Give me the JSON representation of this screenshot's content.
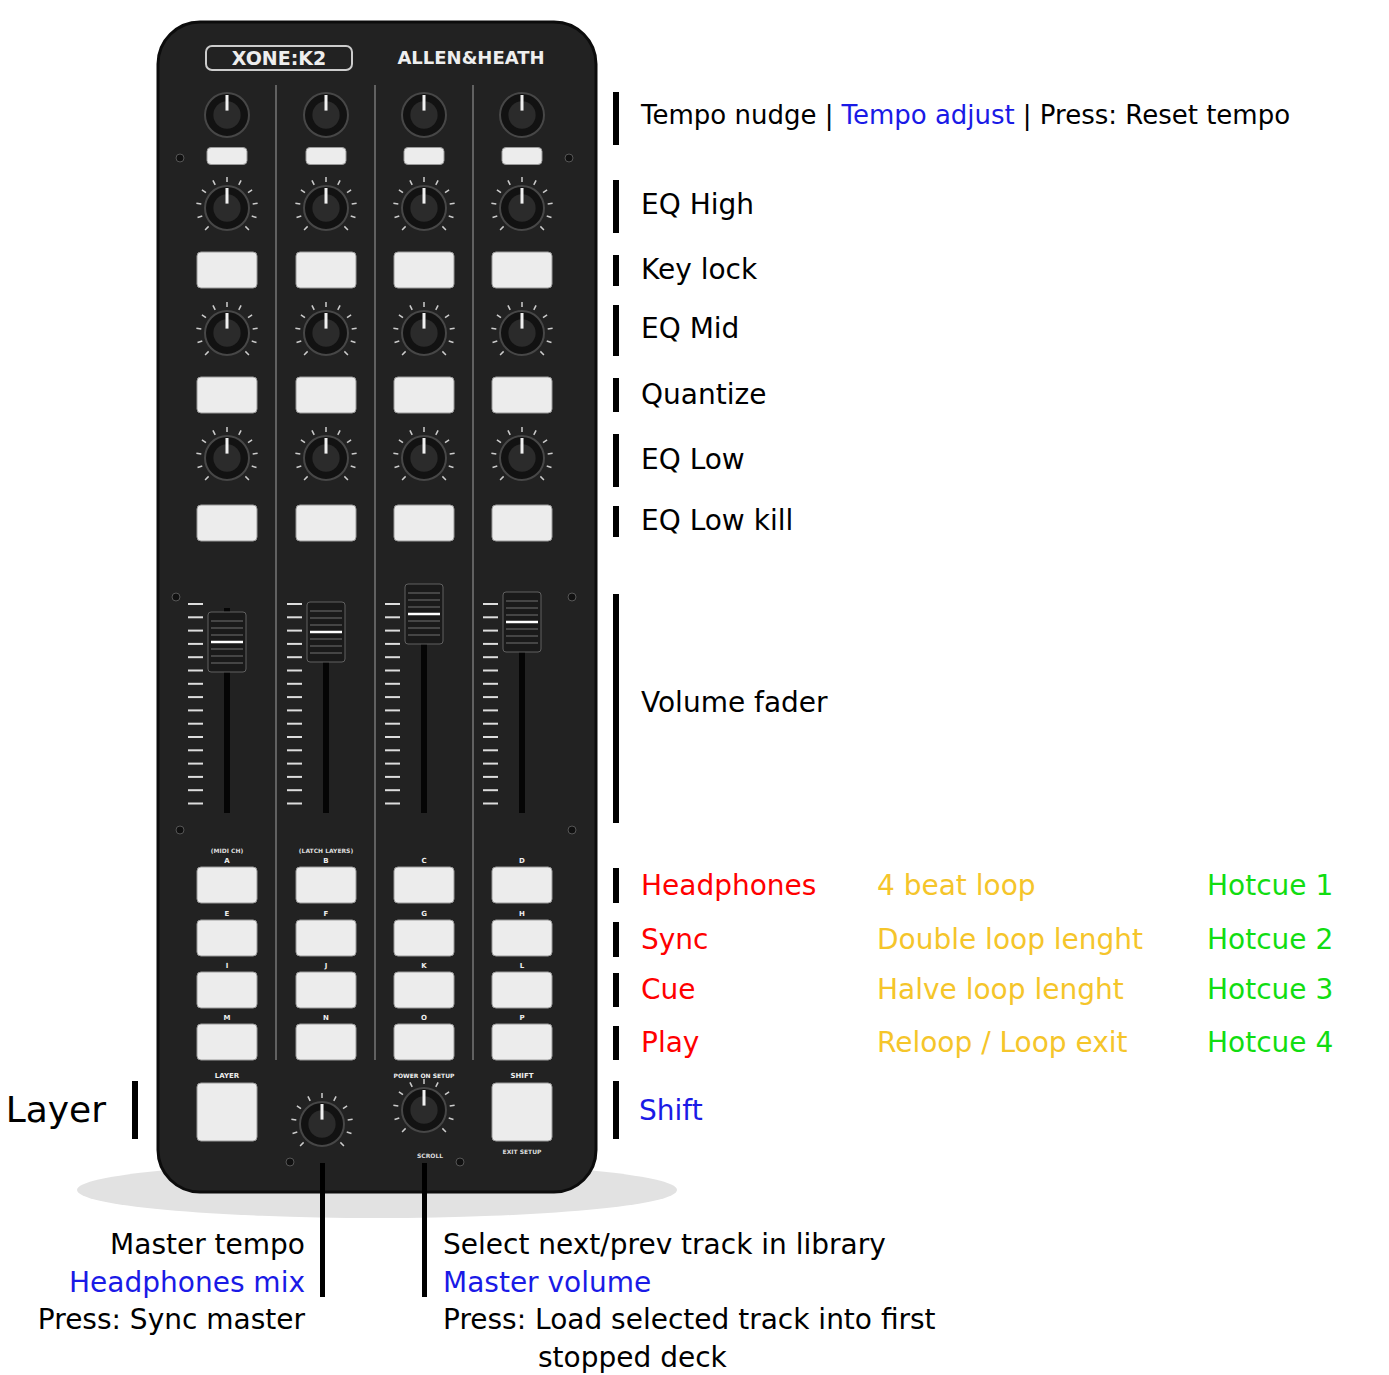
{
  "diagram": {
    "labels": [
      "XONE:K2",
      "ALLEN&HEATH",
      "Tempo nudge |",
      "Tempo adjust",
      "| Press: Reset tempo",
      "EQ High",
      "Key lock",
      "EQ Mid",
      "Quantize",
      "EQ Low",
      "EQ Low kill",
      "Volume fader",
      "(MIDI CH)",
      "(LATCH LAYERS)",
      "A",
      "B",
      "C",
      "D",
      "E",
      "F",
      "G",
      "H",
      "I",
      "J",
      "K",
      "L",
      "M",
      "N",
      "O",
      "P",
      "Headphones",
      "4 beat loop",
      "Hotcue 1",
      "Sync",
      "Double loop lenght",
      "Hotcue 2",
      "Cue",
      "Halve loop lenght",
      "Hotcue 3",
      "Play",
      "Reloop / Loop exit",
      "Hotcue 4",
      "LAYER",
      "POWER ON SETUP",
      "SHIFT",
      "Layer",
      "Shift",
      "EXIT SETUP",
      "SCROLL",
      "Master tempo",
      "Headphones mix",
      "Press: Sync master",
      "Select next/prev track in library",
      "Master volume",
      "Press: Load selected track into first stopped deck"
    ]
  }
}
